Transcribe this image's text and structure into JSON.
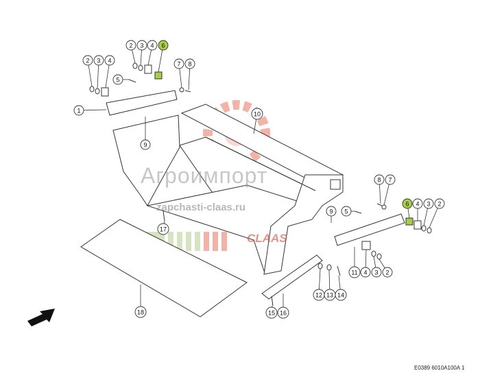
{
  "diagram": {
    "drawing_ref": "E0389 6010A100A 1",
    "watermark": {
      "title": "Агроимпорт",
      "subtitle": "zapchasti-claas.ru",
      "brand": "CLAAS"
    },
    "highlight_color": "#a6cf45",
    "watermark_color": "#e8533a",
    "callouts": [
      {
        "label": "1"
      },
      {
        "label": "2"
      },
      {
        "label": "3"
      },
      {
        "label": "4"
      },
      {
        "label": "2"
      },
      {
        "label": "3"
      },
      {
        "label": "4"
      },
      {
        "label": "6",
        "highlight": true
      },
      {
        "label": "5"
      },
      {
        "label": "7"
      },
      {
        "label": "8"
      },
      {
        "label": "9"
      },
      {
        "label": "10"
      },
      {
        "label": "17"
      },
      {
        "label": "18"
      },
      {
        "label": "8"
      },
      {
        "label": "7"
      },
      {
        "label": "6",
        "highlight": true
      },
      {
        "label": "4"
      },
      {
        "label": "3"
      },
      {
        "label": "2"
      },
      {
        "label": "5"
      },
      {
        "label": "9"
      },
      {
        "label": "11"
      },
      {
        "label": "4"
      },
      {
        "label": "3"
      },
      {
        "label": "2"
      },
      {
        "label": "12"
      },
      {
        "label": "13"
      },
      {
        "label": "14"
      },
      {
        "label": "15"
      },
      {
        "label": "16"
      }
    ]
  }
}
